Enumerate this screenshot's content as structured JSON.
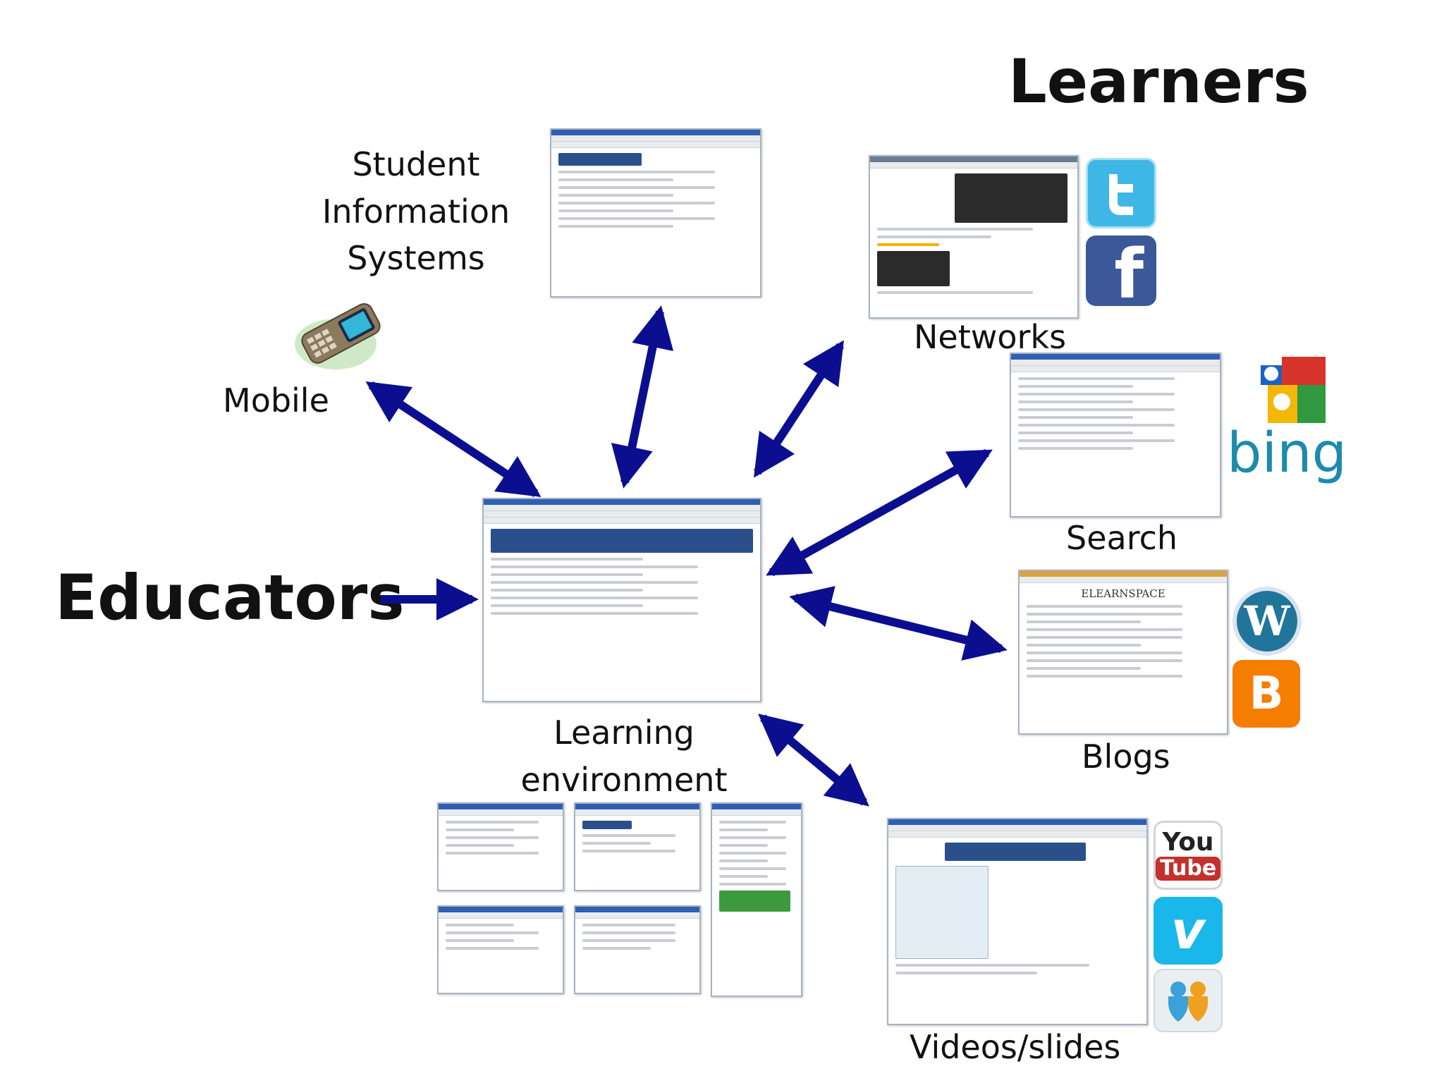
{
  "learners": "Learners",
  "educators": "Educators",
  "labels": {
    "sis_line1": "Student",
    "sis_line2": "Information",
    "sis_line3": "Systems",
    "mobile": "Mobile",
    "networks": "Networks",
    "search": "Search",
    "blogs": "Blogs",
    "learning_line1": "Learning",
    "learning_line2": "environment",
    "videos": "Videos/slides"
  },
  "blog_header": "ELEARNSPACE",
  "icons": [
    "mobile-phone-icon",
    "twitter-icon",
    "facebook-icon",
    "google-icon",
    "bing-icon",
    "wordpress-icon",
    "blogger-icon",
    "youtube-icon",
    "vimeo-icon",
    "slideshare-icon"
  ],
  "logo_text": {
    "facebook": "f",
    "bing": "bing",
    "youtube_you": "You",
    "youtube_tube": "Tube",
    "vimeo": "v",
    "blogger": "B",
    "wordpress": "W"
  },
  "colors": {
    "arrow": "#0b0f8f",
    "twitter": "#3fb7e6",
    "facebook": "#3b5998",
    "bing": "#1d8bab",
    "wordpress": "#21759b",
    "blogger": "#f57d00",
    "youtube": "#c4302b",
    "vimeo": "#1ab7ea"
  }
}
